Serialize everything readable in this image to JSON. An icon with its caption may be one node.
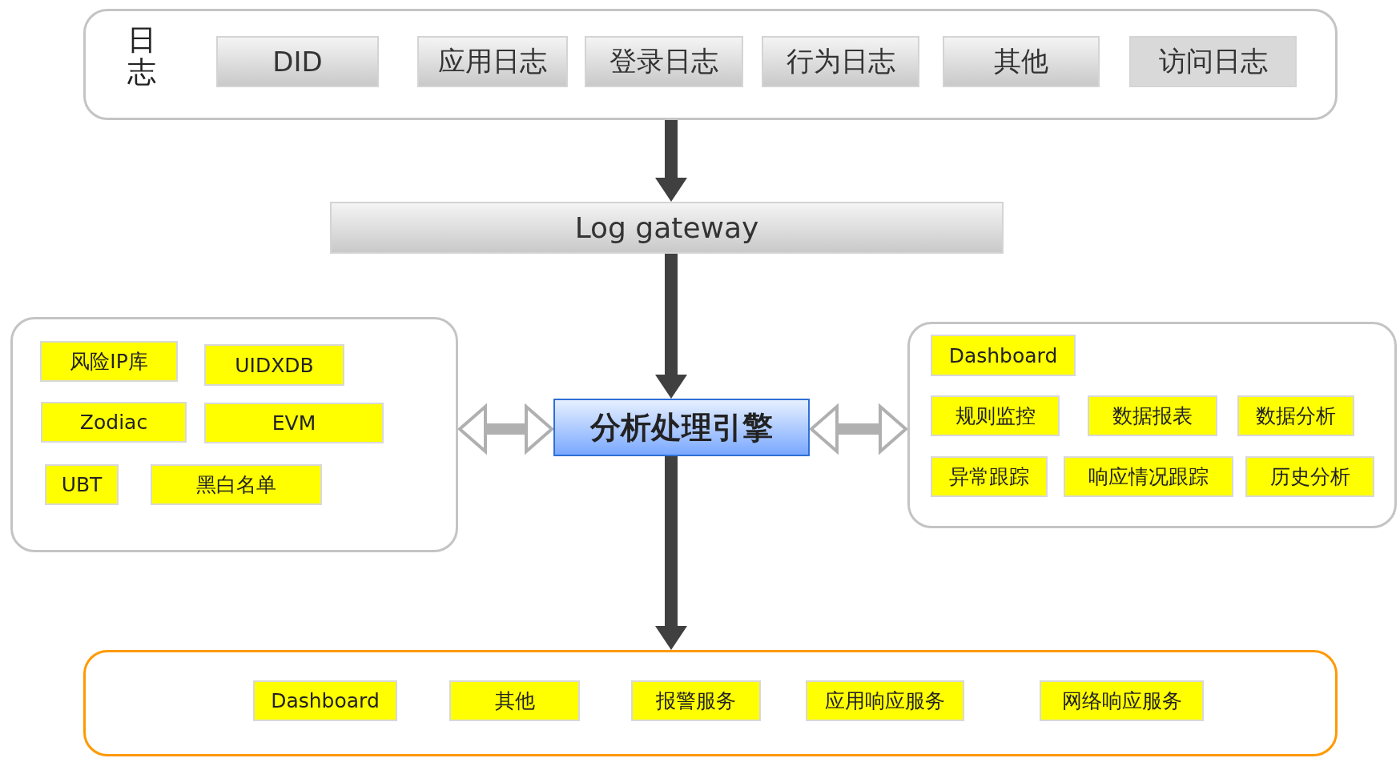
{
  "diagram": {
    "nodes": [
      {
        "text": [
          "日志"
        ]
      },
      {
        "text": [
          "DID"
        ],
        "in": 0
      },
      {
        "text": [
          "应用日志"
        ],
        "in": 0
      },
      {
        "text": [
          "登录日志"
        ],
        "in": 0
      },
      {
        "text": [
          "行为日志"
        ],
        "in": 0
      },
      {
        "text": [
          "其他"
        ],
        "in": 0
      },
      {
        "text": [
          "访问日志"
        ],
        "in": 0
      },
      {
        "text": [
          "Log gateway"
        ]
      },
      {
        "text": [],
        "shape": "box"
      },
      {
        "text": [
          "风险IP库"
        ],
        "in": 8
      },
      {
        "text": [
          "UIDXDB"
        ],
        "in": 8
      },
      {
        "text": [
          "Zodiac"
        ],
        "in": 8
      },
      {
        "text": [
          "EVM"
        ],
        "in": 8
      },
      {
        "text": [
          "UBT"
        ],
        "in": 8
      },
      {
        "text": [
          "黑白名单"
        ],
        "in": 8
      },
      {
        "text": [
          "分析处理引擎"
        ]
      },
      {
        "text": [],
        "shape": "box"
      },
      {
        "text": [
          "Dashboard"
        ],
        "in": 16
      },
      {
        "text": [
          "规则监控"
        ],
        "in": 16
      },
      {
        "text": [
          "数据报表"
        ],
        "in": 16
      },
      {
        "text": [
          "数据分析"
        ],
        "in": 16
      },
      {
        "text": [
          "异常跟踪"
        ],
        "in": 16
      },
      {
        "text": [
          "响应情况跟踪"
        ],
        "in": 16
      },
      {
        "text": [
          "历史分析"
        ],
        "in": 16
      },
      {
        "text": [],
        "shape": "box"
      },
      {
        "text": [
          "Dashboard"
        ],
        "in": 24
      },
      {
        "text": [
          "其他"
        ],
        "in": 24
      },
      {
        "text": [
          "报警服务"
        ],
        "in": 24
      },
      {
        "text": [
          "应用响应服务"
        ],
        "in": 24
      },
      {
        "text": [
          "网络响应服务"
        ],
        "in": 24
      }
    ],
    "edges": [
      {
        "from": 0,
        "to": 7,
        "arrow": "to"
      },
      {
        "from": 7,
        "to": 15,
        "arrow": "to"
      },
      {
        "from": 8,
        "to": 15,
        "arrow": "both",
        "color": "#b0b0b0"
      },
      {
        "from": 15,
        "to": 16,
        "arrow": "both",
        "color": "#b0b0b0"
      },
      {
        "from": 15,
        "to": 24,
        "arrow": "to"
      }
    ]
  }
}
